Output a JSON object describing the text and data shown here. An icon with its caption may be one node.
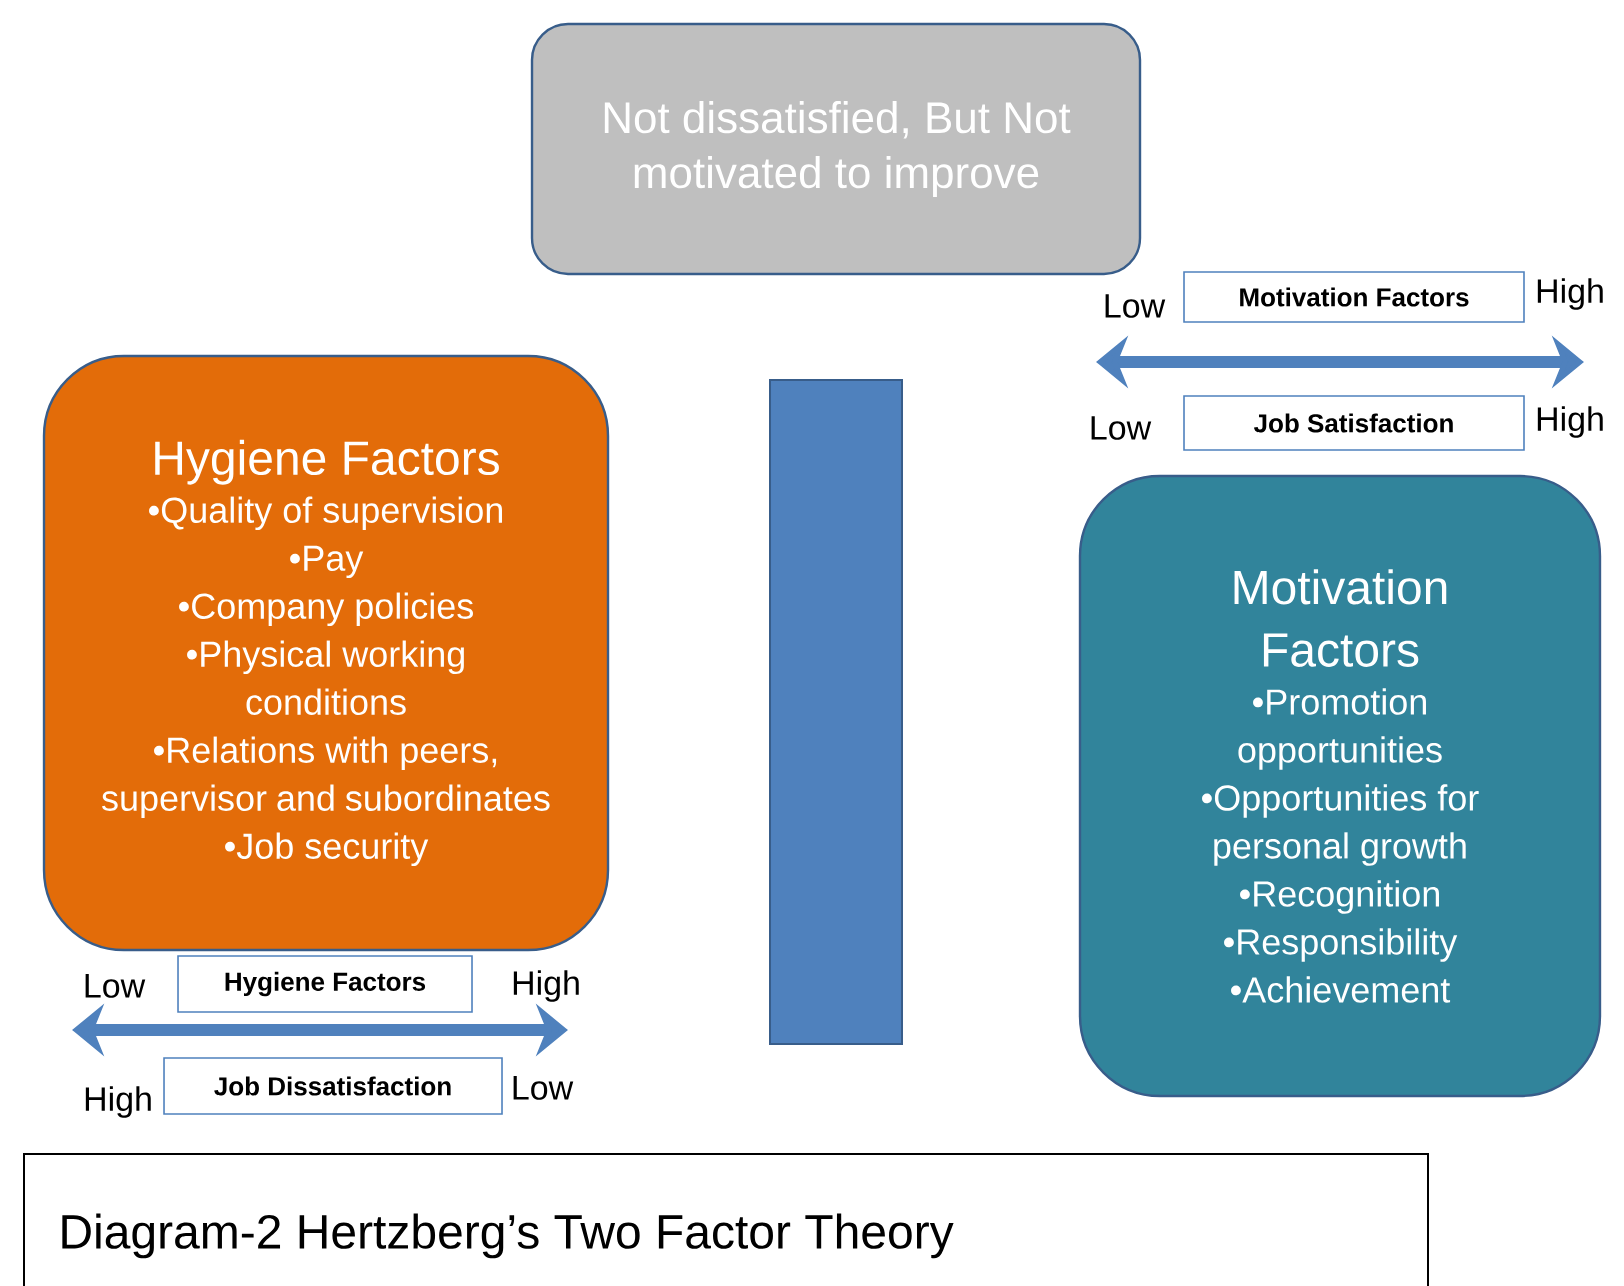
{
  "diagram": {
    "caption": "Diagram-2 Hertzberg’s Two Factor Theory",
    "nodes": [
      {
        "text": [
          "Not dissatisfied, But Not motivated to improve"
        ]
      },
      {
        "text": [
          "Hygiene Factors",
          "•Quality of supervision",
          "•Pay",
          "•Company policies",
          "•Physical working conditions",
          "•Relations with peers, supervisor and subordinates",
          "•Job security"
        ]
      },
      {
        "text": [],
        "shape": "bar"
      },
      {
        "text": [
          "Motivation Factors",
          "•Promotion opportunities",
          "•Opportunities for personal growth",
          "•Recognition",
          "•Responsibility",
          "•Achievement"
        ]
      },
      {
        "text": [
          "Motivation Factors"
        ]
      },
      {
        "text": [
          "Job Satisfaction"
        ]
      },
      {
        "text": [
          "Hygiene Factors"
        ]
      },
      {
        "text": [
          "Job Dissatisfaction"
        ]
      }
    ],
    "labels": [
      "Low",
      "High",
      "Low",
      "High",
      "Low",
      "High",
      "High",
      "Low"
    ]
  }
}
